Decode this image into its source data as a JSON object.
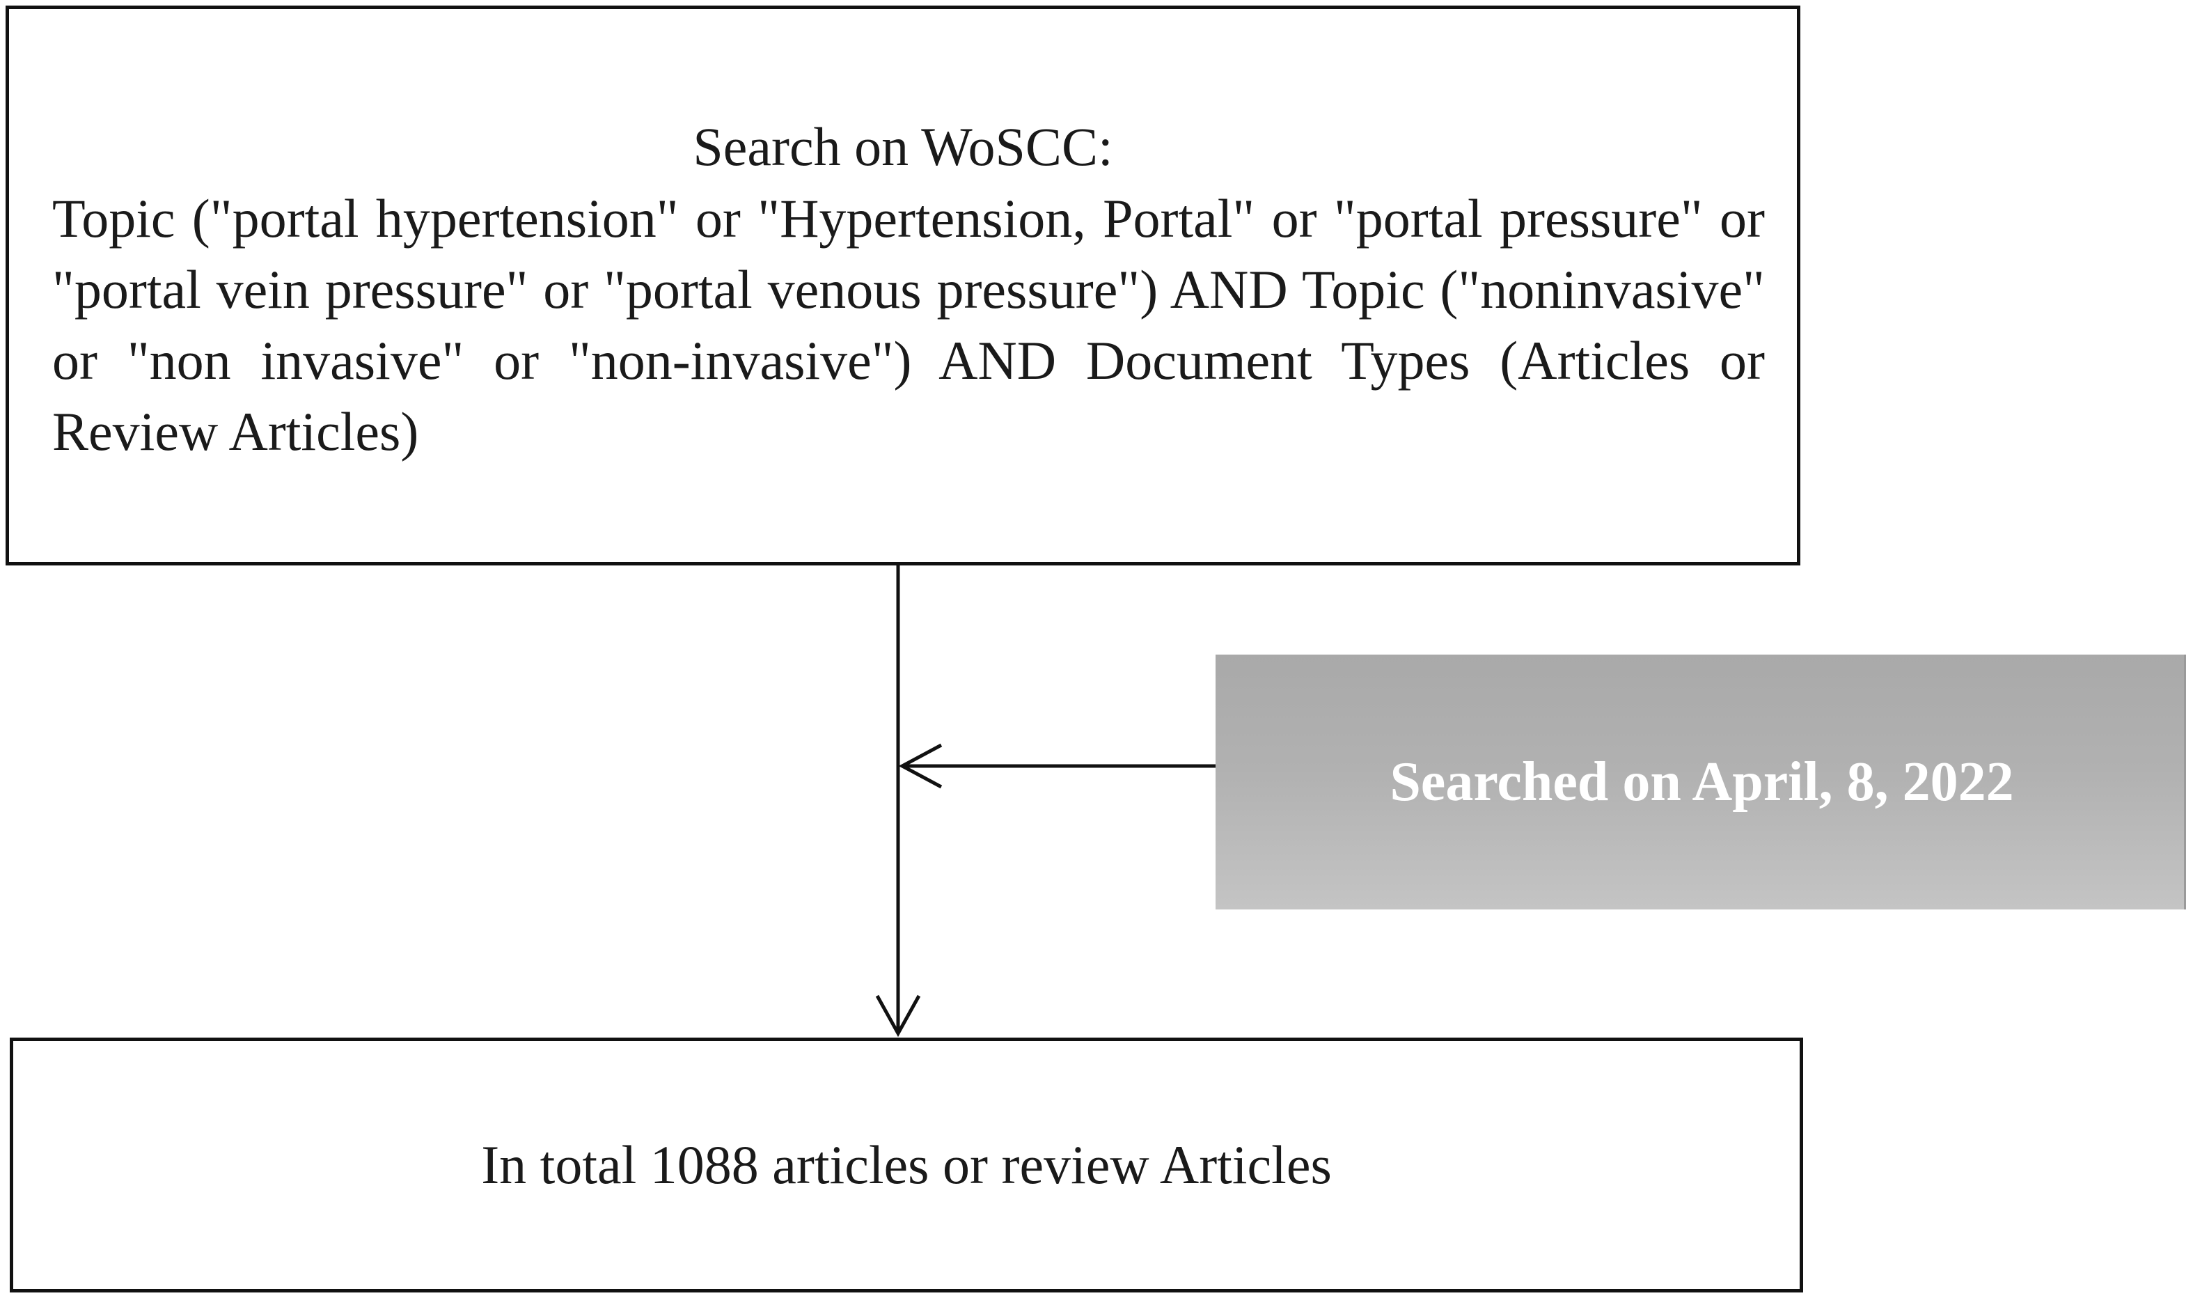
{
  "search_box": {
    "heading": "Search on WoSCC:",
    "query": "Topic (\"portal hypertension\" or \"Hypertension, Portal\" or \"portal pressure\" or \"portal vein pressure\" or \"portal venous pressure\") AND Topic (\"noninvasive\" or \"non invasive\" or \"non-invasive\") AND Document Types (Articles or Review Articles)"
  },
  "date_box": {
    "label": "Searched on April, 8, 2022"
  },
  "result_box": {
    "label": "In total 1088 articles or review Articles"
  },
  "colors": {
    "border": "#111111",
    "date_box_fill": "#b1b1b1",
    "date_text": "#ffffff"
  }
}
